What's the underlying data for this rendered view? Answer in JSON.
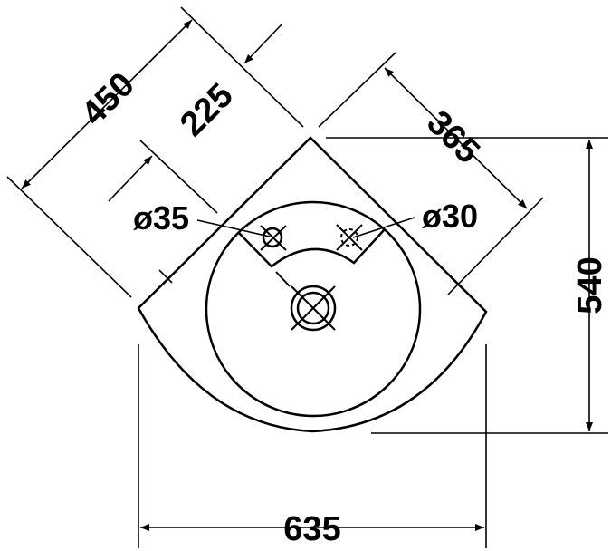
{
  "dimensions": {
    "width_total": "635",
    "height_total": "540",
    "side_length": "450",
    "tap_offset": "225",
    "right_side": "365"
  },
  "holes": {
    "tap_hole": "ø35",
    "overflow_hole": "ø30"
  },
  "colors": {
    "line": "#000000",
    "background": "#ffffff"
  }
}
